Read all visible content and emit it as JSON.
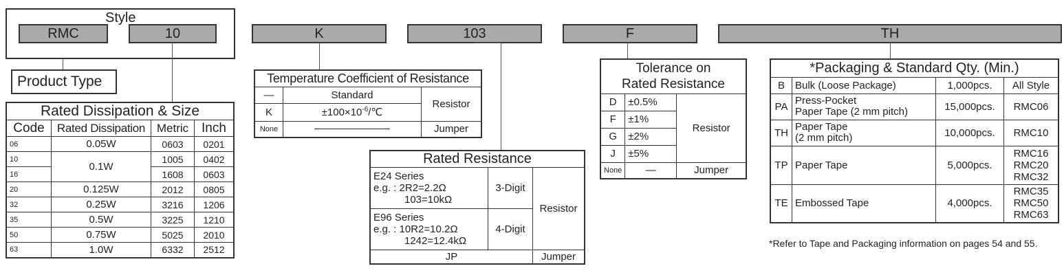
{
  "style": {
    "label": "Style",
    "codes": [
      "RMC",
      "10"
    ]
  },
  "codes_row": [
    "K",
    "103",
    "F",
    "TH"
  ],
  "product_type": "Product Type",
  "dissipation": {
    "title": "Rated Dissipation & Size",
    "headers": [
      "Code",
      "Rated Dissipation",
      "Metric",
      "Inch"
    ],
    "rows": [
      {
        "code": "06",
        "power": "0.05W",
        "metric": "0603",
        "inch": "0201"
      },
      {
        "code": "10",
        "power": "0.1W",
        "metric": "1005",
        "inch": "0402"
      },
      {
        "code": "16",
        "power": "",
        "metric": "1608",
        "inch": "0603"
      },
      {
        "code": "20",
        "power": "0.125W",
        "metric": "2012",
        "inch": "0805"
      },
      {
        "code": "32",
        "power": "0.25W",
        "metric": "3216",
        "inch": "1206"
      },
      {
        "code": "35",
        "power": "0.5W",
        "metric": "3225",
        "inch": "1210"
      },
      {
        "code": "50",
        "power": "0.75W",
        "metric": "5025",
        "inch": "2010"
      },
      {
        "code": "63",
        "power": "1.0W",
        "metric": "6332",
        "inch": "2512"
      }
    ]
  },
  "tcr": {
    "title": "Temperature Coefficient of Resistance",
    "row1_code": "—",
    "row1_value": "Standard",
    "row2_code": "K",
    "row2_value": "±100×10",
    "row2_exp": "-6",
    "row2_unit": "/℃",
    "resistor": "Resistor",
    "row3_code": "None",
    "jumper": "Jumper"
  },
  "rated_resistance": {
    "title": "Rated Resistance",
    "e24_title": "E24 Series",
    "e24_ex1": "e.g. : 2R2=2.2Ω",
    "e24_ex2": "103=10kΩ",
    "e24_digit": "3-Digit",
    "e96_title": "E96 Series",
    "e96_ex1": "e.g. : 10R2=10.2Ω",
    "e96_ex2": "1242=12.4kΩ",
    "e96_digit": "4-Digit",
    "resistor": "Resistor",
    "jp": "JP",
    "jumper": "Jumper"
  },
  "tolerance": {
    "title1": "Tolerance on",
    "title2": "Rated Resistance",
    "rows": [
      {
        "code": "D",
        "value": "±0.5%"
      },
      {
        "code": "F",
        "value": "±1%"
      },
      {
        "code": "G",
        "value": "±2%"
      },
      {
        "code": "J",
        "value": "±5%"
      }
    ],
    "resistor": "Resistor",
    "none_code": "None",
    "none_value": "—",
    "jumper": "Jumper"
  },
  "packaging": {
    "title": "*Packaging & Standard Qty. (Min.)",
    "rows": [
      {
        "code": "B",
        "type1": "Bulk (Loose Package)",
        "type2": "",
        "qty": "1,000pcs.",
        "style": [
          "All Style"
        ]
      },
      {
        "code": "PA",
        "type1": "Press-Pocket",
        "type2": "Paper Tape (2 mm pitch)",
        "qty": "15,000pcs.",
        "style": [
          "RMC06"
        ]
      },
      {
        "code": "TH",
        "type1": "Paper Tape",
        "type2": "(2 mm pitch)",
        "qty": "10,000pcs.",
        "style": [
          "RMC10"
        ]
      },
      {
        "code": "TP",
        "type1": "Paper Tape",
        "type2": "",
        "qty": "5,000pcs.",
        "style": [
          "RMC16",
          "RMC20",
          "RMC32"
        ]
      },
      {
        "code": "TE",
        "type1": "Embossed Tape",
        "type2": "",
        "qty": "4,000pcs.",
        "style": [
          "RMC35",
          "RMC50",
          "RMC63"
        ]
      }
    ],
    "note": "*Refer to Tape and Packaging information on pages 54 and 55."
  }
}
